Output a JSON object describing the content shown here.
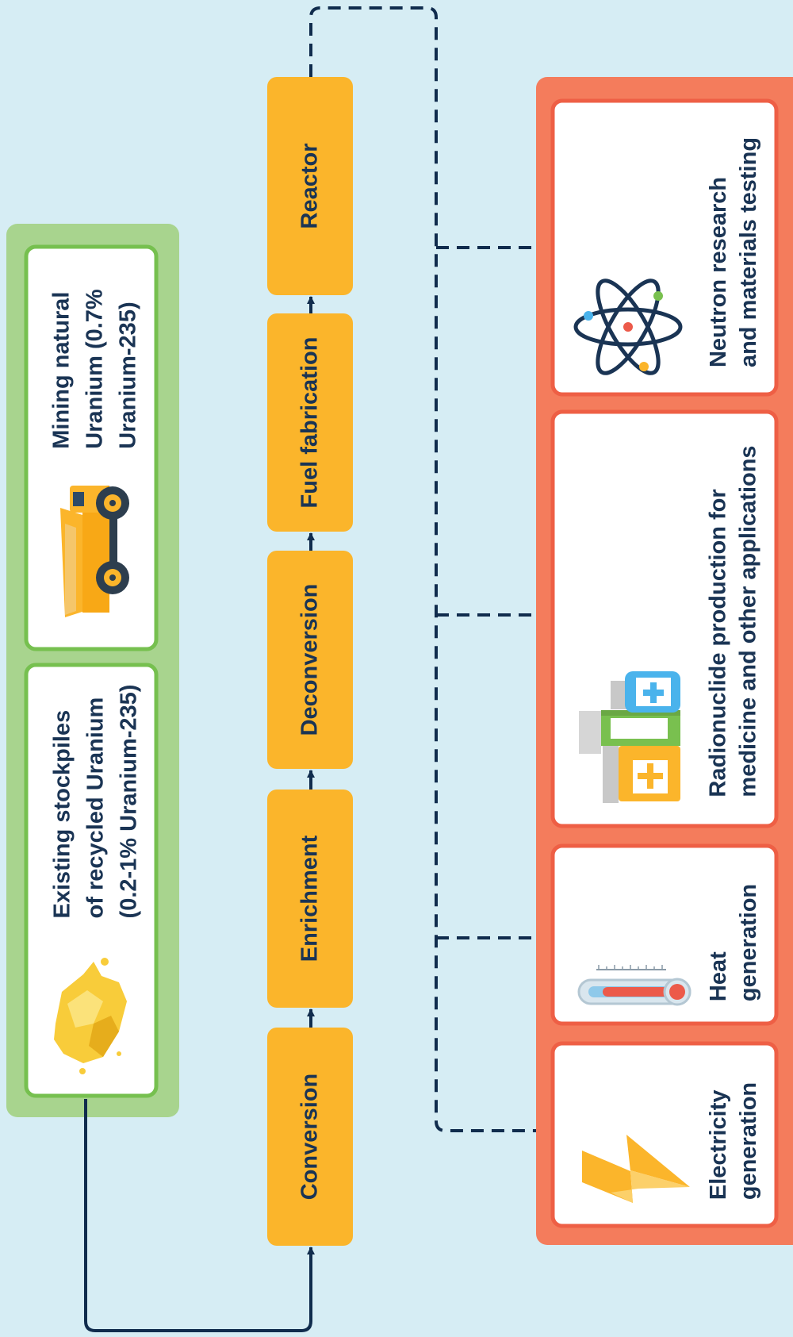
{
  "sources": {
    "stockpiles": {
      "line1": "Existing stockpiles",
      "line2": "of recycled Uranium",
      "line3": "(0.2-1% Uranium-235)"
    },
    "mining": {
      "line1": "Mining natural",
      "line2": "Uranium (0.7%",
      "line3": "Uranium-235)"
    }
  },
  "steps": {
    "conversion": "Conversion",
    "enrichment": "Enrichment",
    "deconversion": "Deconversion",
    "fuel_fabrication": "Fuel fabrication",
    "reactor": "Reactor"
  },
  "uses": {
    "electricity": {
      "line1": "Electricity",
      "line2": "generation"
    },
    "heat": {
      "line1": "Heat",
      "line2": "generation"
    },
    "radionuclide": {
      "line1": "Radionuclide production for",
      "line2": "medicine and other applications"
    },
    "neutron": {
      "line1": "Neutron research",
      "line2": "and materials testing"
    }
  },
  "colors": {
    "background": "#d6edf4",
    "source_panel": "#a8d48e",
    "source_border": "#76c04f",
    "step_box": "#fbb52b",
    "uses_panel": "#f47c5c",
    "uses_border": "#ee5f45",
    "text": "#1a3454",
    "line": "#102c4d"
  },
  "icons": {
    "stockpiles": "uranium-ore-icon",
    "mining": "dump-truck-icon",
    "electricity": "lightning-bolt-icon",
    "heat": "thermometer-icon",
    "radionuclide": "medicine-bottles-icon",
    "neutron": "atom-icon"
  }
}
